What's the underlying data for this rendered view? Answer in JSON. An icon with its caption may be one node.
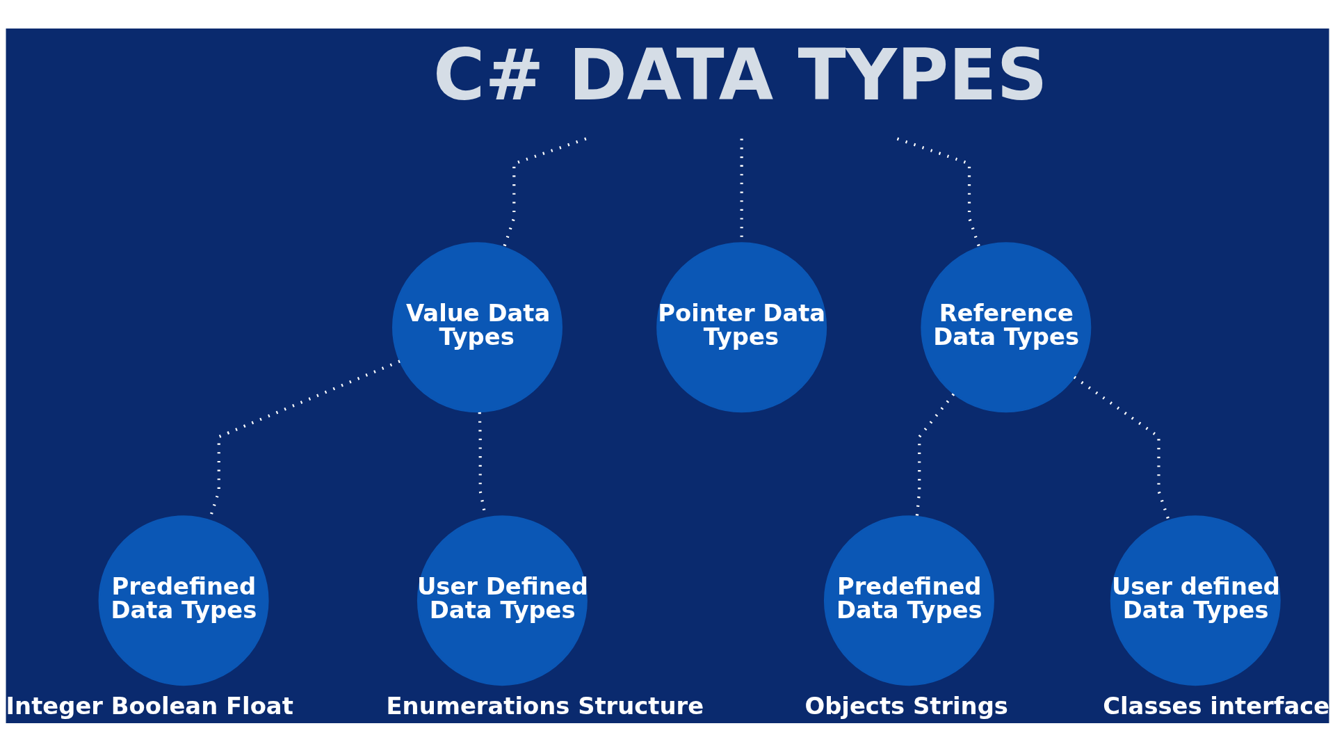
{
  "diagram": {
    "nodes": [
      {
        "text": [
          "C# DATA TYPES"
        ]
      },
      {
        "text": [
          "Value Data Types"
        ]
      },
      {
        "text": [
          "Pointer Data Types"
        ]
      },
      {
        "text": [
          "Reference Data Types"
        ]
      },
      {
        "text": [
          "Predefined Data Types"
        ],
        "beside": [
          "Integer Boolean Float"
        ]
      },
      {
        "text": [
          "User Defined Data Types"
        ],
        "beside": [
          "Enumerations Structure"
        ]
      },
      {
        "text": [
          "Predefined Data Types"
        ],
        "beside": [
          "Objects Strings"
        ]
      },
      {
        "text": [
          "User defined Data Types"
        ],
        "beside": [
          "Classes interface"
        ]
      }
    ],
    "edges": [
      {
        "from": 0,
        "to": 1,
        "arrow": "none"
      },
      {
        "from": 0,
        "to": 2,
        "arrow": "none"
      },
      {
        "from": 0,
        "to": 3,
        "arrow": "none"
      },
      {
        "from": 1,
        "to": 4,
        "arrow": "none"
      },
      {
        "from": 1,
        "to": 5,
        "arrow": "none"
      },
      {
        "from": 3,
        "to": 6,
        "arrow": "none"
      },
      {
        "from": 3,
        "to": 7,
        "arrow": "none"
      }
    ]
  }
}
